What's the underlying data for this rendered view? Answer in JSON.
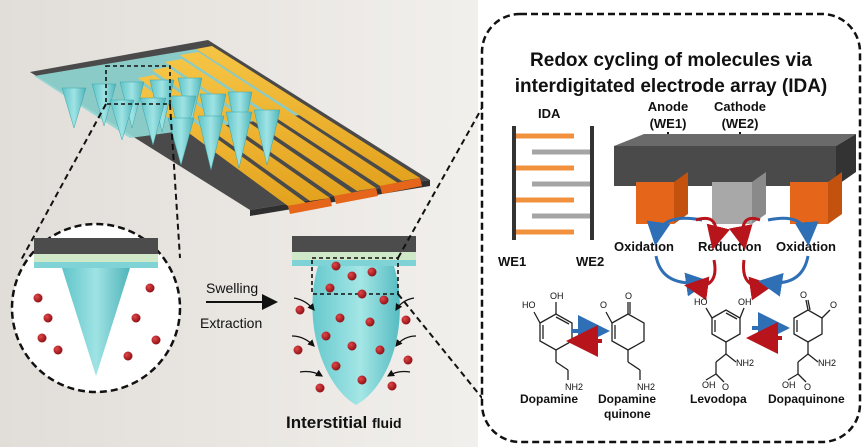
{
  "title_line1": "Redox cycling of molecules via",
  "title_line2": "interdigitated electrode array (IDA)",
  "ida_label": "IDA",
  "we1_label": "WE1",
  "we2_label": "WE2",
  "anode_line1": "Anode",
  "anode_line2": "(WE1)",
  "cathode_line1": "Cathode",
  "cathode_line2": "(WE2)",
  "oxidation_left": "Oxidation",
  "reduction": "Reduction",
  "oxidation_right": "Oxidation",
  "swelling": "Swelling",
  "extraction": "Extraction",
  "interstitial_main": "Interstitial",
  "interstitial_sub": "fluid",
  "mol_dopamine": "Dopamine",
  "mol_dopamine_quinone_1": "Dopamine",
  "mol_dopamine_quinone_2": "quinone",
  "mol_levodopa": "Levodopa",
  "mol_dopaquinone": "Dopaquinone",
  "chem_ho": "HO",
  "chem_oh": "OH",
  "chem_o": "O",
  "chem_nh2": "NH2",
  "colors": {
    "background_gradient_left": "#e4e1dc",
    "hydrogel_cyan": "#7fd3d6",
    "electrode_gold": "#f0b530",
    "electrode_orange": "#e8731e",
    "substrate_gray": "#555555",
    "particle_red": "#b0161c",
    "arrow_blue": "#2e6fb5",
    "arrow_red": "#b8141c"
  }
}
